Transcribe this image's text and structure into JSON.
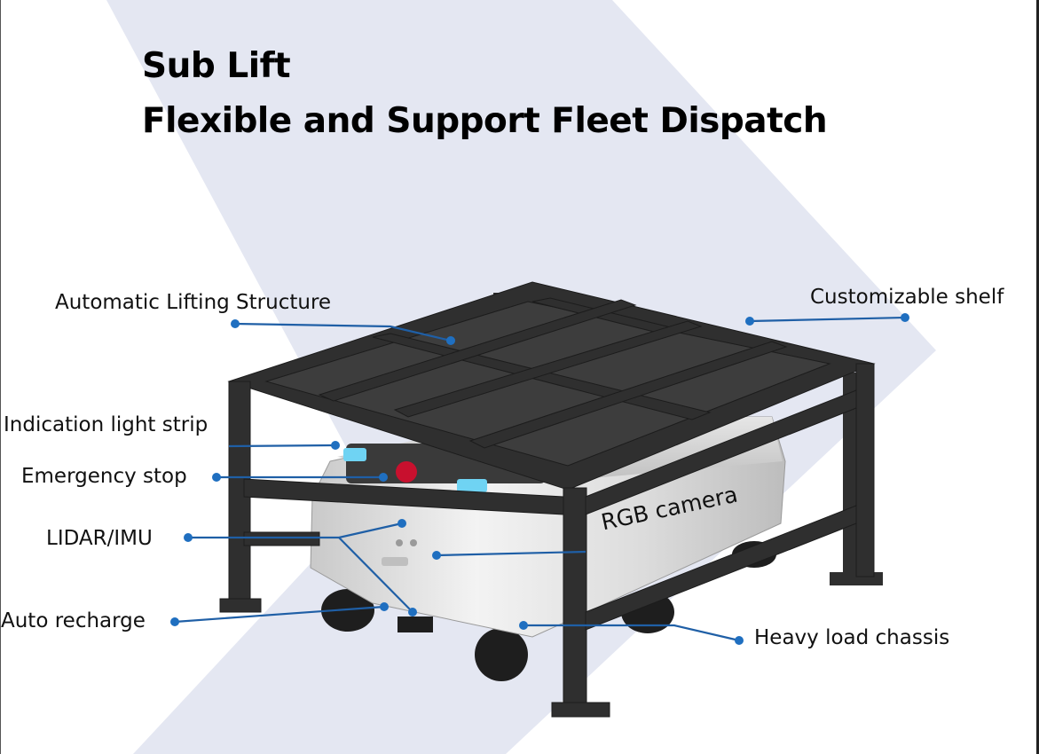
{
  "header": {
    "title_line1": "Sub Lift",
    "title_line2": "Flexible and Support Fleet Dispatch"
  },
  "callouts": {
    "lifting_structure": "Automatic Lifting Structure",
    "shelf": "Customizable shelf",
    "light_strip": "Indication light strip",
    "emergency_stop": "Emergency stop",
    "lidar_imu": "LIDAR/IMU",
    "rgb_camera": "RGB camera",
    "auto_recharge": "Auto recharge",
    "chassis": "Heavy load chassis"
  },
  "colors": {
    "callout_line": "#1f5fa6",
    "dot": "#1f6fc0",
    "background_shape": "#e4e7f2",
    "shelf_frame": "#2f2f2f",
    "robot_body": "#d6d6d6",
    "indicator_light": "#6fd3f3",
    "stop_button": "#c8102e"
  }
}
